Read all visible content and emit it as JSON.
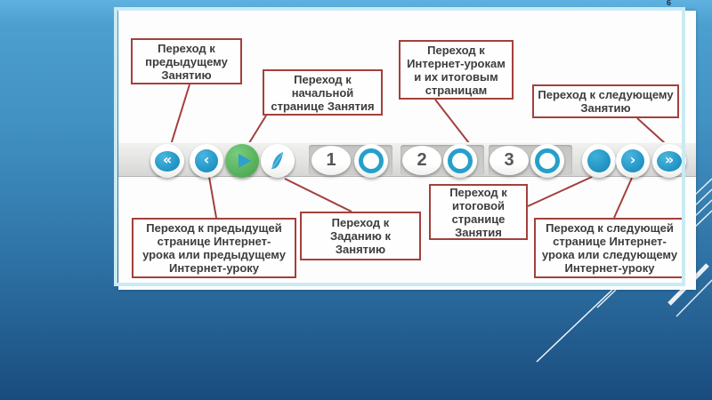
{
  "slide": {
    "number": "6"
  },
  "colors": {
    "accent_red": "#a3403c",
    "button_blue": "#2aa0cc",
    "play_green": "#5eba60",
    "frame_teal": "#c9ebf3",
    "bar_gray": "#e5e5e3"
  },
  "callouts": {
    "prev_lesson": "Переход к\nпредыдущему\nЗанятию",
    "start_page": "Переход к\nначальной\nстранице Занятия",
    "internet_lessons": "Переход к\nИнтернет-урокам\nи их итоговым\nстраницам",
    "next_lesson": "Переход к следующему\nЗанятию",
    "prev_page": "Переход к предыдущей\nстранице Интернет-\nурока или предыдущему\nИнтернет-уроку",
    "task": "Переход к\nЗаданию к\nЗанятию",
    "final_page": "Переход к\nитоговой\nстранице\nЗанятия",
    "next_page": "Переход к следующей\nстранице Интернет-\nурока или следующему\nИнтернет-уроку"
  },
  "toolbar": {
    "glyphs": {
      "first": "«",
      "prev": "‹",
      "play": "▶",
      "next": "›",
      "last": "»"
    },
    "numbers": [
      "1",
      "2",
      "3"
    ]
  }
}
